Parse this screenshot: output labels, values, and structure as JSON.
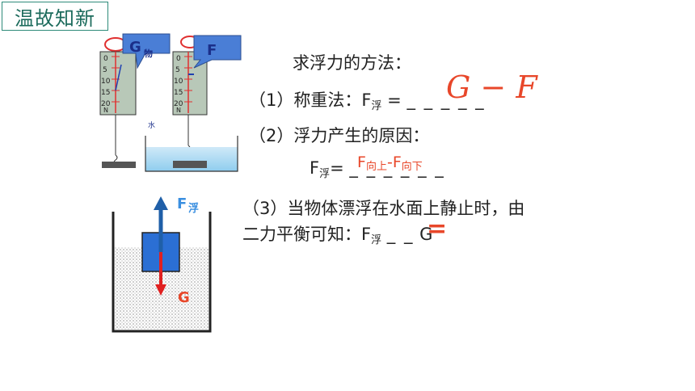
{
  "header": {
    "title": "温故知新"
  },
  "left_figure": {
    "bubble_g": "G",
    "bubble_g_sub": "物",
    "bubble_f": "F",
    "water_label": "水",
    "scale_ticks": [
      "0",
      "5",
      "10",
      "15",
      "20",
      "N"
    ],
    "force_up": "F",
    "force_up_sub": "浮",
    "force_down": "G"
  },
  "content": {
    "heading": "求浮力的方法：",
    "item1_prefix": "（1）称重法：F",
    "item1_sub": "浮",
    "item1_eq": "=",
    "item1_blank": "_ _ _ _ _",
    "item1_answer": "G − F",
    "item2": "（2）浮力产生的原因：",
    "item2_f": "F",
    "item2_sub": "浮",
    "item2_eq": "=",
    "item2_blank": "_ _ _ _ _ _",
    "item2_answer_a": "F",
    "item2_answer_a_sub": "向上",
    "item2_answer_dash": "-",
    "item2_answer_b": "F",
    "item2_answer_b_sub": "向下",
    "item3_line1": "（3）当物体漂浮在水面上静止时，由",
    "item3_line2_prefix": "二力平衡可知：F",
    "item3_sub": "浮",
    "item3_blank": "_ _",
    "item3_answer": "=",
    "item3_suffix": "G"
  },
  "colors": {
    "accent_red": "#e8472a",
    "bubble_blue": "#4a7ed6",
    "title_green": "#1c6b5c",
    "arrow_blue": "#1f5fa8",
    "arrow_red": "#e02020"
  }
}
